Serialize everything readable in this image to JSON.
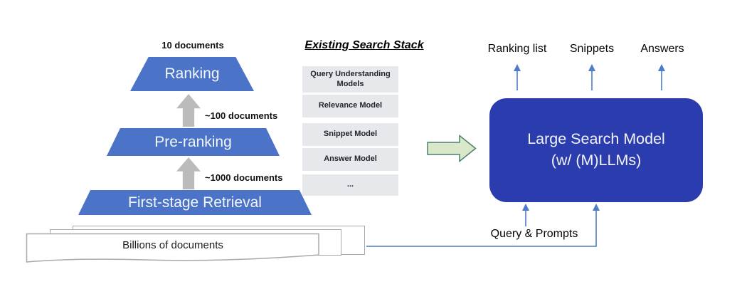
{
  "diagram": {
    "funnel": {
      "top_count_label": "10 documents",
      "stages": [
        {
          "label": "Ranking"
        },
        {
          "label": "Pre-ranking"
        },
        {
          "label": "First-stage Retrieval"
        }
      ],
      "flow_labels": [
        "~100 documents",
        "~1000 documents"
      ],
      "documents_label": "Billions of documents"
    },
    "existing_stack": {
      "title": "Existing Search Stack",
      "items": [
        "Query Understanding Models",
        "Relevance Model",
        "Snippet Model",
        "Answer Model",
        "..."
      ]
    },
    "model": {
      "name_line1": "Large Search Model",
      "name_line2": "(w/ (M)LLMs)",
      "outputs": [
        "Ranking list",
        "Snippets",
        "Answers"
      ],
      "input_label": "Query & Prompts"
    },
    "colors": {
      "funnel_blue": "#4B74C8",
      "model_blue": "#2B3CAE",
      "gray_arrow": "#BBBBBB",
      "stack_box_gray": "#E6E8EC",
      "green_arrow_fill": "#D9E8C9",
      "green_arrow_stroke": "#4E7D72",
      "connector_blue": "#4D7AC9",
      "page_border_gray": "#A8A8A8"
    }
  }
}
